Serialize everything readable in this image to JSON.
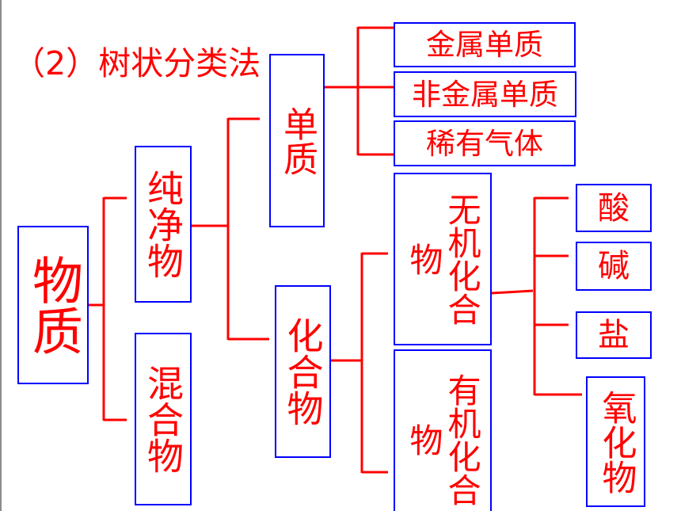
{
  "title": "（2）树状分类法",
  "colors": {
    "text": "#ff0000",
    "box_border": "#0000ff",
    "connector": "#ff0000",
    "left_rule": "#8c8c8c"
  },
  "nodes": {
    "matter": "物质",
    "pure_substance": "纯净物",
    "mixture": "混合物",
    "element": "单质",
    "compound": "化合物",
    "metal_element": "金属单质",
    "nonmetal_element": "非金属单质",
    "noble_gas": "稀有气体",
    "inorganic_compound": "无机化合物",
    "organic_compound": "有机化合物",
    "acid": "酸",
    "base": "碱",
    "salt": "盐",
    "oxide": "氧化物"
  }
}
